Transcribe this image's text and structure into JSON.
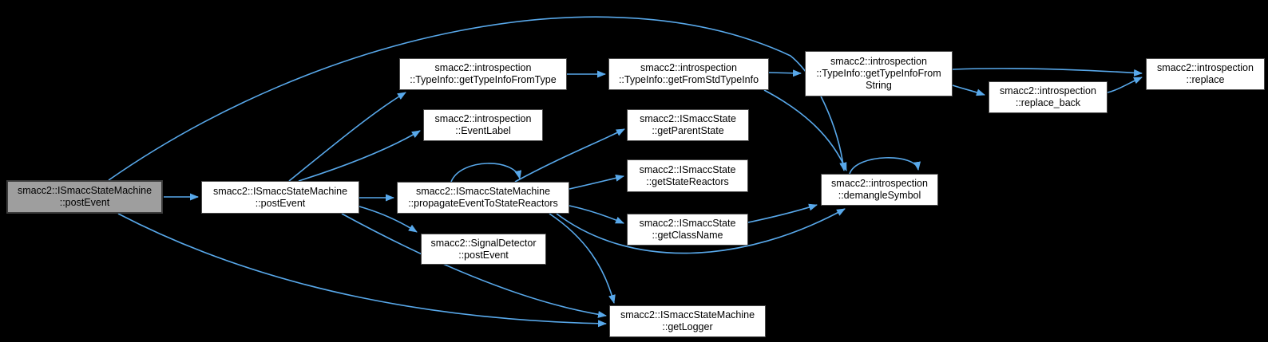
{
  "diagram": {
    "type": "doxygen-call-graph",
    "background_color": "#000000",
    "edge_color": "#58a8ea",
    "node_fill": "#ffffff",
    "node_border": "#4a4a4a",
    "focal_node_fill": "#9e9e9e",
    "nodes": [
      {
        "id": "postEvent_focal",
        "lines": [
          "smacc2::ISmaccStateMachine",
          "::postEvent"
        ],
        "focal": true
      },
      {
        "id": "postEvent",
        "lines": [
          "smacc2::ISmaccStateMachine",
          "::postEvent"
        ],
        "focal": false
      },
      {
        "id": "getTypeInfoFromType",
        "lines": [
          "smacc2::introspection",
          "::TypeInfo::getTypeInfoFromType"
        ],
        "focal": false
      },
      {
        "id": "getFromStdTypeInfo",
        "lines": [
          "smacc2::introspection",
          "::TypeInfo::getFromStdTypeInfo"
        ],
        "focal": false
      },
      {
        "id": "getTypeInfoFromString",
        "lines": [
          "smacc2::introspection",
          "::TypeInfo::getTypeInfoFrom",
          "String"
        ],
        "focal": false
      },
      {
        "id": "replace_back",
        "lines": [
          "smacc2::introspection",
          "::replace_back"
        ],
        "focal": false
      },
      {
        "id": "replace",
        "lines": [
          "smacc2::introspection",
          "::replace"
        ],
        "focal": false
      },
      {
        "id": "EventLabel",
        "lines": [
          "smacc2::introspection",
          "::EventLabel"
        ],
        "focal": false
      },
      {
        "id": "getParentState",
        "lines": [
          "smacc2::ISmaccState",
          "::getParentState"
        ],
        "focal": false
      },
      {
        "id": "propagateEventToStateReactors",
        "lines": [
          "smacc2::ISmaccStateMachine",
          "::propagateEventToStateReactors"
        ],
        "focal": false
      },
      {
        "id": "getStateReactors",
        "lines": [
          "smacc2::ISmaccState",
          "::getStateReactors"
        ],
        "focal": false
      },
      {
        "id": "getClassName",
        "lines": [
          "smacc2::ISmaccState",
          "::getClassName"
        ],
        "focal": false
      },
      {
        "id": "SignalDetector_postEvent",
        "lines": [
          "smacc2::SignalDetector",
          "::postEvent"
        ],
        "focal": false
      },
      {
        "id": "demangleSymbol",
        "lines": [
          "smacc2::introspection",
          "::demangleSymbol"
        ],
        "focal": false
      },
      {
        "id": "getLogger",
        "lines": [
          "smacc2::ISmaccStateMachine",
          "::getLogger"
        ],
        "focal": false
      }
    ],
    "edges": [
      {
        "from": "postEvent_focal",
        "to": "postEvent"
      },
      {
        "from": "postEvent_focal",
        "to": "demangleSymbol"
      },
      {
        "from": "postEvent_focal",
        "to": "getLogger"
      },
      {
        "from": "postEvent",
        "to": "getTypeInfoFromType"
      },
      {
        "from": "postEvent",
        "to": "EventLabel"
      },
      {
        "from": "postEvent",
        "to": "propagateEventToStateReactors"
      },
      {
        "from": "postEvent",
        "to": "SignalDetector_postEvent"
      },
      {
        "from": "postEvent",
        "to": "getLogger"
      },
      {
        "from": "propagateEventToStateReactors",
        "to": "propagateEventToStateReactors"
      },
      {
        "from": "propagateEventToStateReactors",
        "to": "getParentState"
      },
      {
        "from": "propagateEventToStateReactors",
        "to": "getStateReactors"
      },
      {
        "from": "propagateEventToStateReactors",
        "to": "getClassName"
      },
      {
        "from": "propagateEventToStateReactors",
        "to": "demangleSymbol"
      },
      {
        "from": "propagateEventToStateReactors",
        "to": "getLogger"
      },
      {
        "from": "getTypeInfoFromType",
        "to": "getFromStdTypeInfo"
      },
      {
        "from": "getFromStdTypeInfo",
        "to": "getTypeInfoFromString"
      },
      {
        "from": "getFromStdTypeInfo",
        "to": "demangleSymbol"
      },
      {
        "from": "getTypeInfoFromString",
        "to": "replace"
      },
      {
        "from": "getTypeInfoFromString",
        "to": "replace_back"
      },
      {
        "from": "replace_back",
        "to": "replace"
      },
      {
        "from": "getClassName",
        "to": "demangleSymbol"
      },
      {
        "from": "demangleSymbol",
        "to": "demangleSymbol"
      }
    ]
  }
}
